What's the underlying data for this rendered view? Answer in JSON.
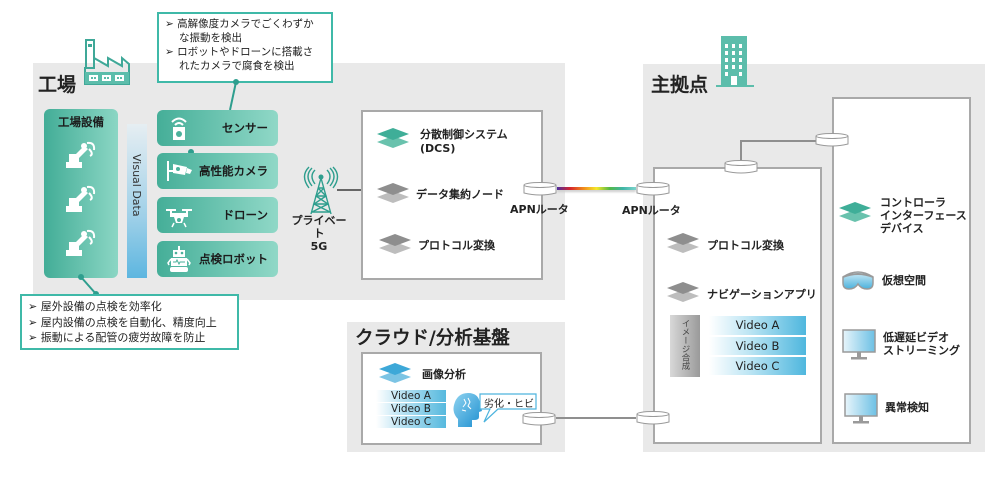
{
  "factory": {
    "title": "工場",
    "equipment_title": "工場設備",
    "visual_data_label": "Visual Data",
    "devices": [
      {
        "label": "センサー",
        "icon": "sensor-icon"
      },
      {
        "label": "高性能カメラ",
        "icon": "camera-icon"
      },
      {
        "label": "ドローン",
        "icon": "drone-icon"
      },
      {
        "label": "点検ロボット",
        "icon": "robot-icon"
      }
    ],
    "top_callout": [
      "高解像度カメラでごくわずか",
      "な振動を検出",
      "ロボットやドローンに搭載さ",
      "れたカメラで腐食を検出"
    ],
    "bottom_callout": [
      "屋外設備の点検を効率化",
      "屋内設備の点検を自動化、精度向上",
      "振動による配管の疲労故障を防止"
    ],
    "bullet": "➢",
    "private_5g": [
      "プライベート",
      "5G"
    ],
    "dcs_box": {
      "items": [
        {
          "label_line1": "分散制御システム",
          "label_line2": "(DCS)",
          "icon": "layers-teal-icon"
        },
        {
          "label_line1": "データ集約ノード",
          "icon": "layers-gray-icon"
        },
        {
          "label_line1": "プロトコル変換",
          "icon": "layers-gray-icon"
        }
      ]
    },
    "router_label": "APNルータ"
  },
  "headquarters": {
    "title": "主拠点",
    "router_label": "APNルータ",
    "items": [
      {
        "label": "プロトコル変換",
        "icon": "layers-gray-icon"
      },
      {
        "label": "ナビゲーションアプリ",
        "icon": "layers-gray-icon"
      }
    ],
    "image_composite_label": "イメージ合成",
    "videos": [
      "Video A",
      "Video B",
      "Video C"
    ],
    "devices": [
      {
        "label_lines": [
          "コントローラ",
          "インターフェース",
          "デバイス"
        ],
        "icon": "layers-teal-icon"
      },
      {
        "label_lines": [
          "仮想空間"
        ],
        "icon": "vr-headset-icon"
      },
      {
        "label_lines": [
          "低遅延ビデオ",
          "ストリーミング"
        ],
        "icon": "monitor-icon"
      },
      {
        "label_lines": [
          "異常検知"
        ],
        "icon": "monitor-icon"
      }
    ]
  },
  "cloud": {
    "title": "クラウド/分析基盤",
    "analysis_label": "画像分析",
    "videos": [
      "Video A",
      "Video B",
      "Video C"
    ],
    "speech_bubble": "劣化・ヒビ"
  },
  "colors": {
    "teal": "#3fb9a8",
    "zone_gray": "#e9e9e9",
    "video_blue": "#4fb7de"
  }
}
